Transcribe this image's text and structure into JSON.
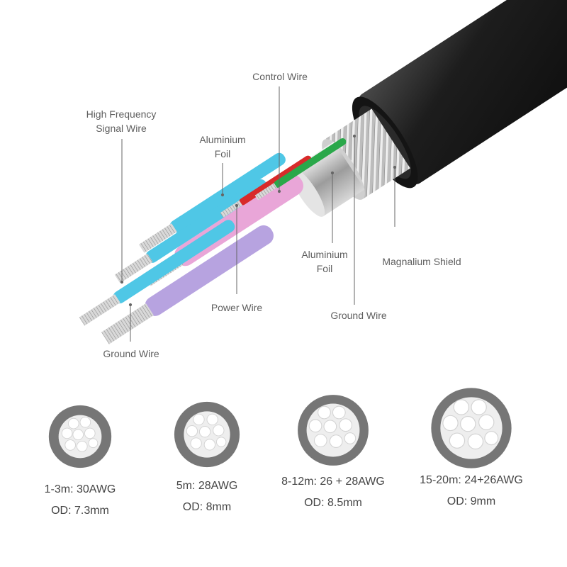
{
  "callouts": {
    "control_wire": "Control Wire",
    "high_frequency_signal_wire": [
      "High Frequency",
      "Signal Wire"
    ],
    "aluminium_foil_top": [
      "Aluminium",
      "Foil"
    ],
    "aluminium_foil_bottom": [
      "Aluminium",
      "Foil"
    ],
    "magnalium_shield": "Magnalium Shield",
    "power_wire": "Power Wire",
    "ground_wire_right": "Ground Wire",
    "ground_wire_left": "Ground Wire"
  },
  "cross_sections": [
    {
      "length": "1-3m: 30AWG",
      "od": "OD: 7.3mm"
    },
    {
      "length": "5m: 28AWG",
      "od": "OD: 8mm"
    },
    {
      "length": "8-12m: 26 + 28AWG",
      "od": "OD: 8.5mm"
    },
    {
      "length": "15-20m: 24+26AWG",
      "od": "OD: 9mm"
    }
  ],
  "colors": {
    "jacket": "#1b1b1b",
    "signal_pair": "#4fc7e6",
    "power_pair": "#e9a6d8",
    "ground_pair": "#b7a3e0",
    "control_wire": "#d82a2a",
    "green_wire": "#2aa84a",
    "conductor": "#c9c9c9",
    "section_ring": "#767676",
    "strand": "#f1f1f1"
  }
}
